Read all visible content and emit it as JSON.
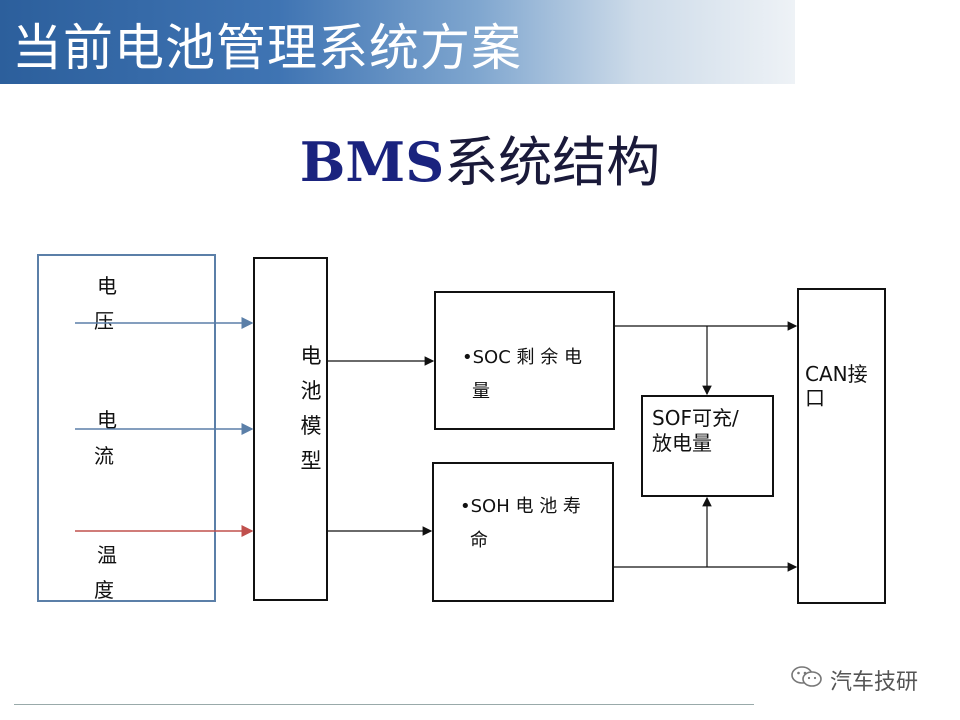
{
  "header": {
    "title": "当前电池管理系统方案"
  },
  "slide": {
    "title_latin": "BMS",
    "title_cn": "系统结构"
  },
  "inputs": [
    {
      "line1": "电",
      "line2": "压"
    },
    {
      "line1": "电",
      "line2": "流"
    },
    {
      "line1": "温",
      "line2": "度"
    }
  ],
  "battery_model": {
    "chars": [
      "电",
      "池",
      "模",
      "型"
    ]
  },
  "soc": {
    "line1": "•SOC 剩 余 电",
    "line2": "量"
  },
  "soh": {
    "line1": "•SOH 电 池 寿",
    "line2": "命"
  },
  "sof": {
    "line1": "SOF可充/",
    "line2": "放电量"
  },
  "can": {
    "line1": "CAN接",
    "line2": "口"
  },
  "colors": {
    "voltage_line": "#5b7fa8",
    "current_line": "#5b7fa8",
    "temperature_line": "#c0504d"
  },
  "watermark": {
    "text": "汽车技研",
    "icon": "wechat-icon"
  }
}
